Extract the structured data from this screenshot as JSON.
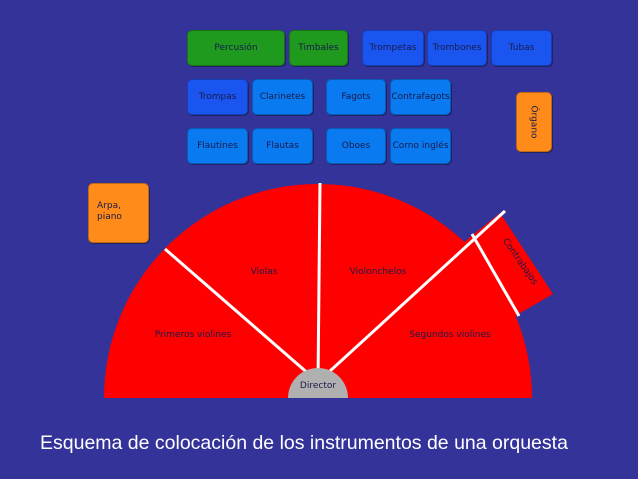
{
  "top_boxes": {
    "percusion": "Percusión",
    "timbales": "Timbales",
    "trompetas": "Trompetas",
    "trombones": "Trombones",
    "tubas": "Tubas",
    "trompas": "Trompas",
    "clarinetes": "Clarinetes",
    "fagots": "Fagots",
    "contrafagots": "Contrafagots",
    "flautines": "Flautines",
    "flautas": "Flautas",
    "oboes": "Oboes",
    "corno_ingles": "Corno inglés"
  },
  "side_boxes": {
    "arpa_piano": "Arpa,\npiano",
    "organo": "Órgano"
  },
  "strings": {
    "violas": "Violas",
    "violonchelos": "Violonchelos",
    "primeros_violines": "Primeros violines",
    "segundos_violines": "Segundos violines",
    "contrabajos": "Contrabajos",
    "director": "Director"
  },
  "caption": "Esquema de colocación de los instrumentos de una orquesta",
  "colors": {
    "background": "#333399",
    "strings": "#ff0000",
    "percussion": "#1f9a1f",
    "brass": "#1b55f0",
    "woodwinds": "#0a7af0",
    "keyboard": "#ff8c1a",
    "director": "#b0b0b0",
    "divider": "#ffffff"
  }
}
